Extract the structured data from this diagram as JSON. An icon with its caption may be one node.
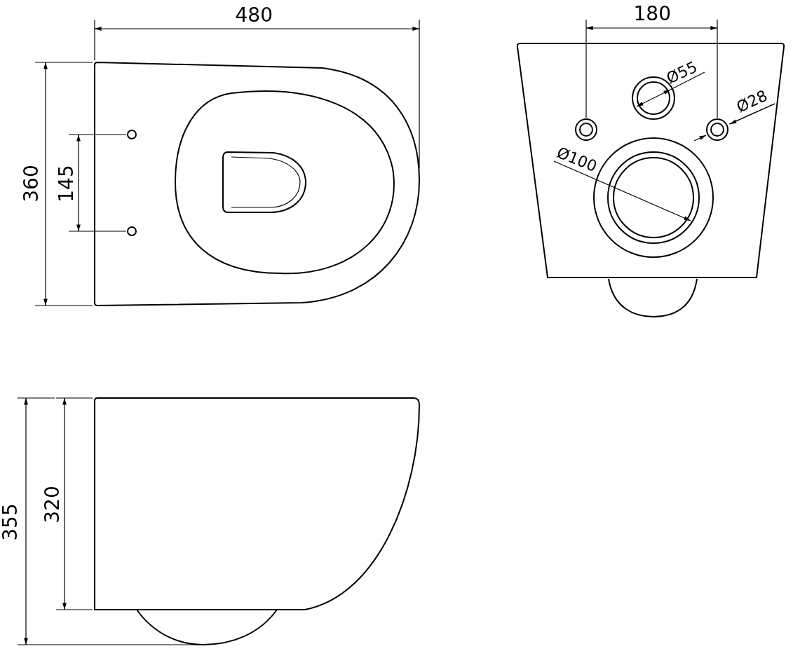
{
  "diagram": {
    "labels": [
      "480",
      "180",
      "Ø55",
      "Ø28",
      "360",
      "145",
      "Ø100",
      "355",
      "320"
    ]
  }
}
